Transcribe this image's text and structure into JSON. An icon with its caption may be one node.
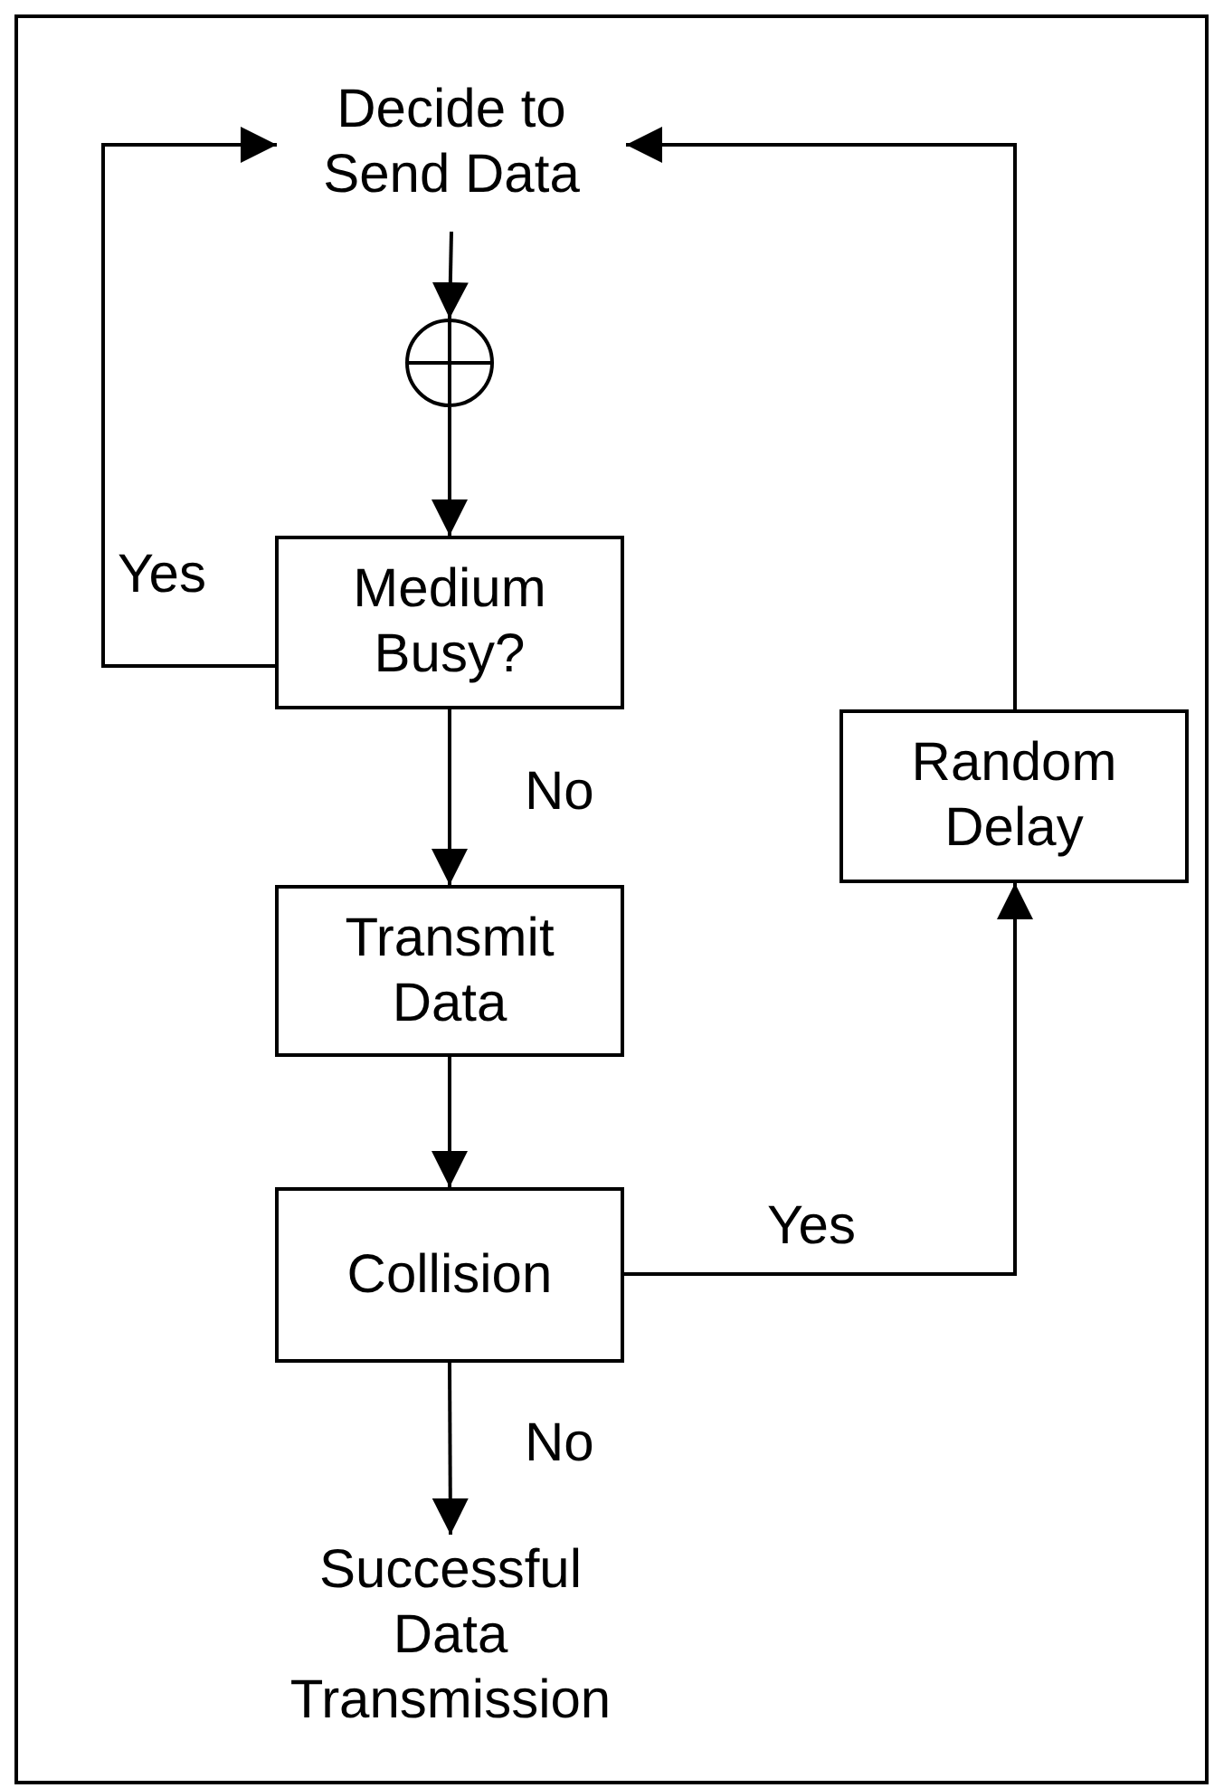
{
  "diagram": {
    "nodes": [
      {
        "text": [
          "Decide to Send Data"
        ]
      },
      {
        "text": [],
        "shape": "circle"
      },
      {
        "text": [
          "Medium Busy?"
        ]
      },
      {
        "text": [
          "Random Delay"
        ]
      },
      {
        "text": [
          "Transmit Data"
        ]
      },
      {
        "text": [
          "Collision"
        ]
      },
      {
        "text": [
          "Successful Data Transmission"
        ]
      }
    ],
    "edges": [
      {
        "from": 0,
        "to": 1,
        "arrow": "to"
      },
      {
        "from": 1,
        "to": 2,
        "arrow": "to"
      },
      {
        "from": 2,
        "to": 0,
        "arrow": "to",
        "label": "Yes"
      },
      {
        "from": 2,
        "to": 4,
        "arrow": "to",
        "label": "No"
      },
      {
        "from": 4,
        "to": 5,
        "arrow": "to"
      },
      {
        "from": 5,
        "to": 3,
        "arrow": "to",
        "label": "Yes"
      },
      {
        "from": 5,
        "to": 6,
        "arrow": "to",
        "label": "No"
      },
      {
        "from": 3,
        "to": 0,
        "arrow": "to"
      }
    ]
  }
}
